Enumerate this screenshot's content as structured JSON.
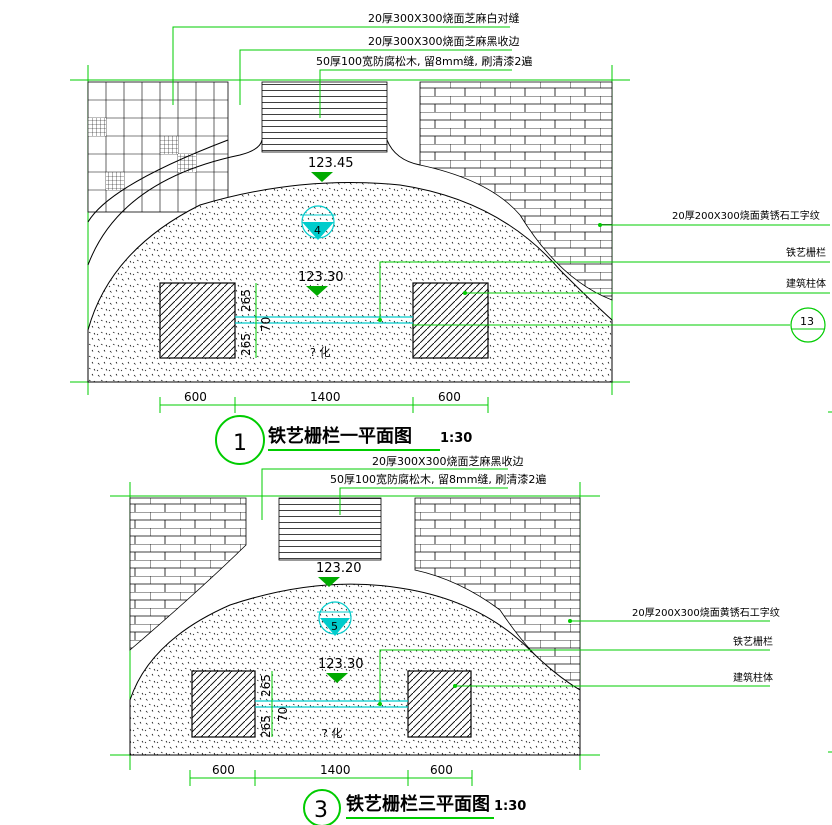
{
  "colors": {
    "leader": "#00cc00",
    "railing": "#00cccc",
    "elevation_marker": "#00aa00",
    "hatch": "#000000",
    "background": "#ffffff"
  },
  "plan1": {
    "title": "铁艺栅栏一平面图",
    "scale": "1:30",
    "number": "1",
    "labels": {
      "tile_checker": "20厚300X300烧面芝麻白对缝",
      "edge": "20厚300X300烧面芝麻黑收边",
      "wood": "50厚100宽防腐松木, 留8mm缝, 刷清漆2遍",
      "brick": "20厚200X300烧面黄锈石工字纹",
      "railing": "铁艺栅栏",
      "column": "建筑柱体"
    },
    "elevations": {
      "upper": "123.45",
      "lower": "123.30"
    },
    "section_mark": "4",
    "detail_mark": "13",
    "dims": {
      "left": "600",
      "mid": "1400",
      "right": "600",
      "v_top": "265",
      "v_mid": "70",
      "v_bot": "265"
    },
    "note": "?  化"
  },
  "plan3": {
    "title": "铁艺栅栏三平面图",
    "scale": "1:30",
    "number": "3",
    "labels": {
      "edge": "20厚300X300烧面芝麻黑收边",
      "wood": "50厚100宽防腐松木, 留8mm缝, 刷清漆2遍",
      "brick": "20厚200X300烧面黄锈石工字纹",
      "railing": "铁艺栅栏",
      "column": "建筑柱体"
    },
    "elevations": {
      "upper": "123.20",
      "lower": "123.30"
    },
    "section_mark": "5",
    "dims": {
      "left": "600",
      "mid": "1400",
      "right": "600",
      "v_top": "265",
      "v_mid": "70",
      "v_bot": "265"
    },
    "note": "?  化"
  }
}
